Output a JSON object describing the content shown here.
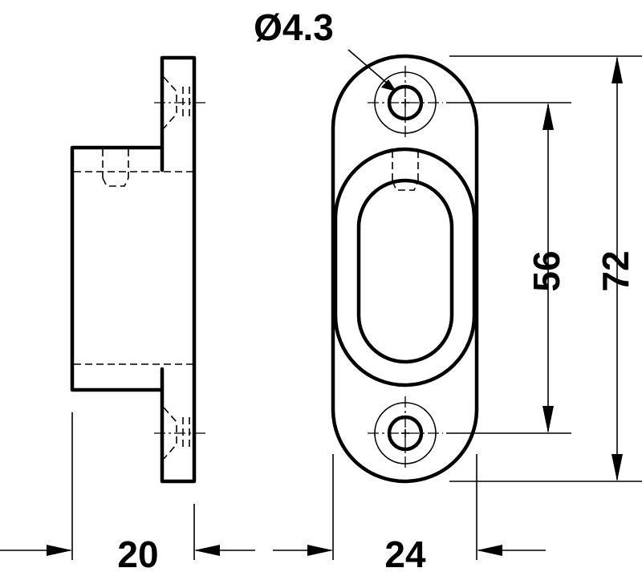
{
  "dimensions": {
    "hole_diameter": "Ø4.3",
    "side_depth": "20",
    "front_width": "24",
    "hole_spacing": "56",
    "overall_height": "72"
  }
}
